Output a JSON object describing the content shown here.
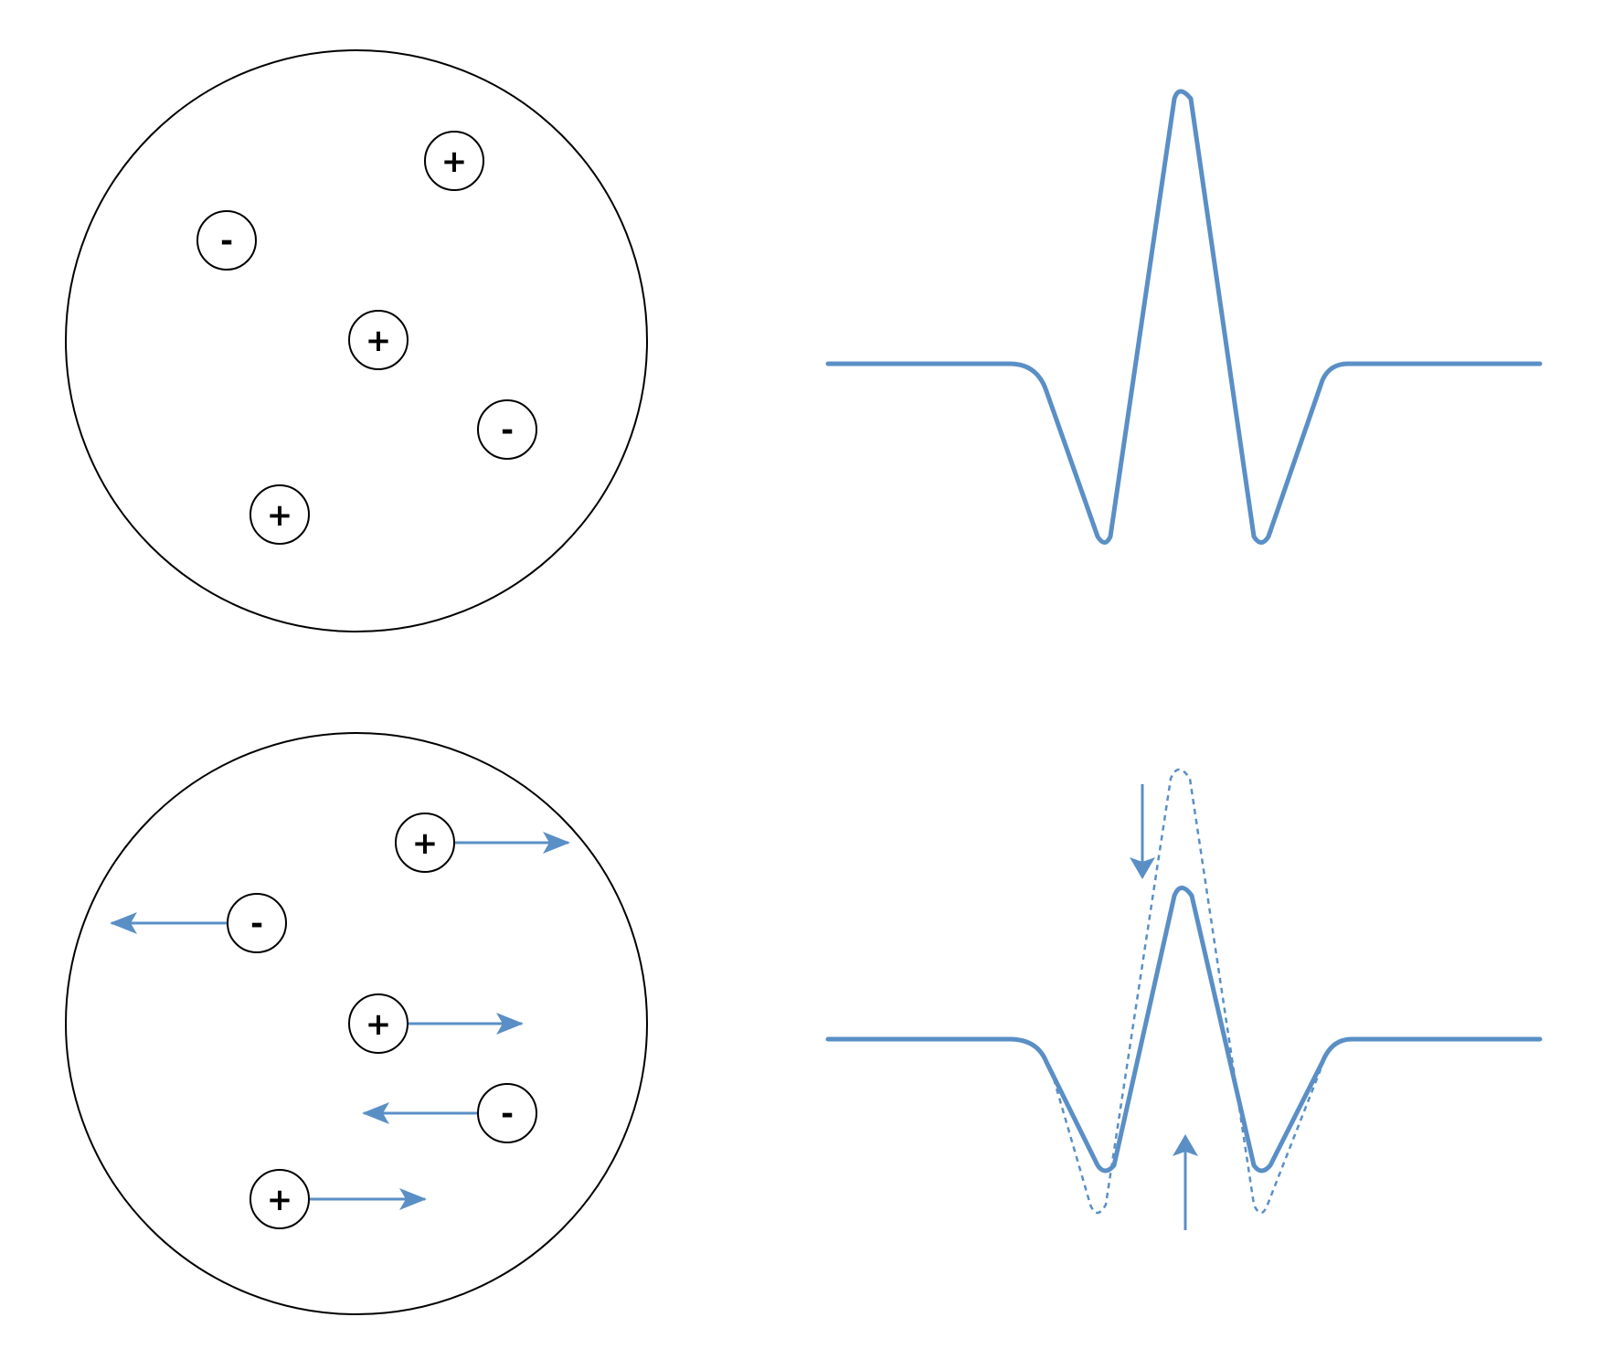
{
  "colors": {
    "accent": "#5a8fc6",
    "outline": "#000000",
    "background": "#ffffff"
  },
  "panels": {
    "top_left": {
      "charges": [
        {
          "sign": "+"
        },
        {
          "sign": "-"
        },
        {
          "sign": "+"
        },
        {
          "sign": "-"
        },
        {
          "sign": "+"
        }
      ]
    },
    "bottom_left": {
      "charges": [
        {
          "sign": "+",
          "arrow_direction": "right"
        },
        {
          "sign": "-",
          "arrow_direction": "left"
        },
        {
          "sign": "+",
          "arrow_direction": "right"
        },
        {
          "sign": "-",
          "arrow_direction": "left"
        },
        {
          "sign": "+",
          "arrow_direction": "right"
        }
      ]
    },
    "top_right": {
      "waveform": "solid"
    },
    "bottom_right": {
      "waveform": "solid",
      "previous_waveform": "dashed",
      "arrows": [
        "down",
        "up"
      ]
    }
  }
}
